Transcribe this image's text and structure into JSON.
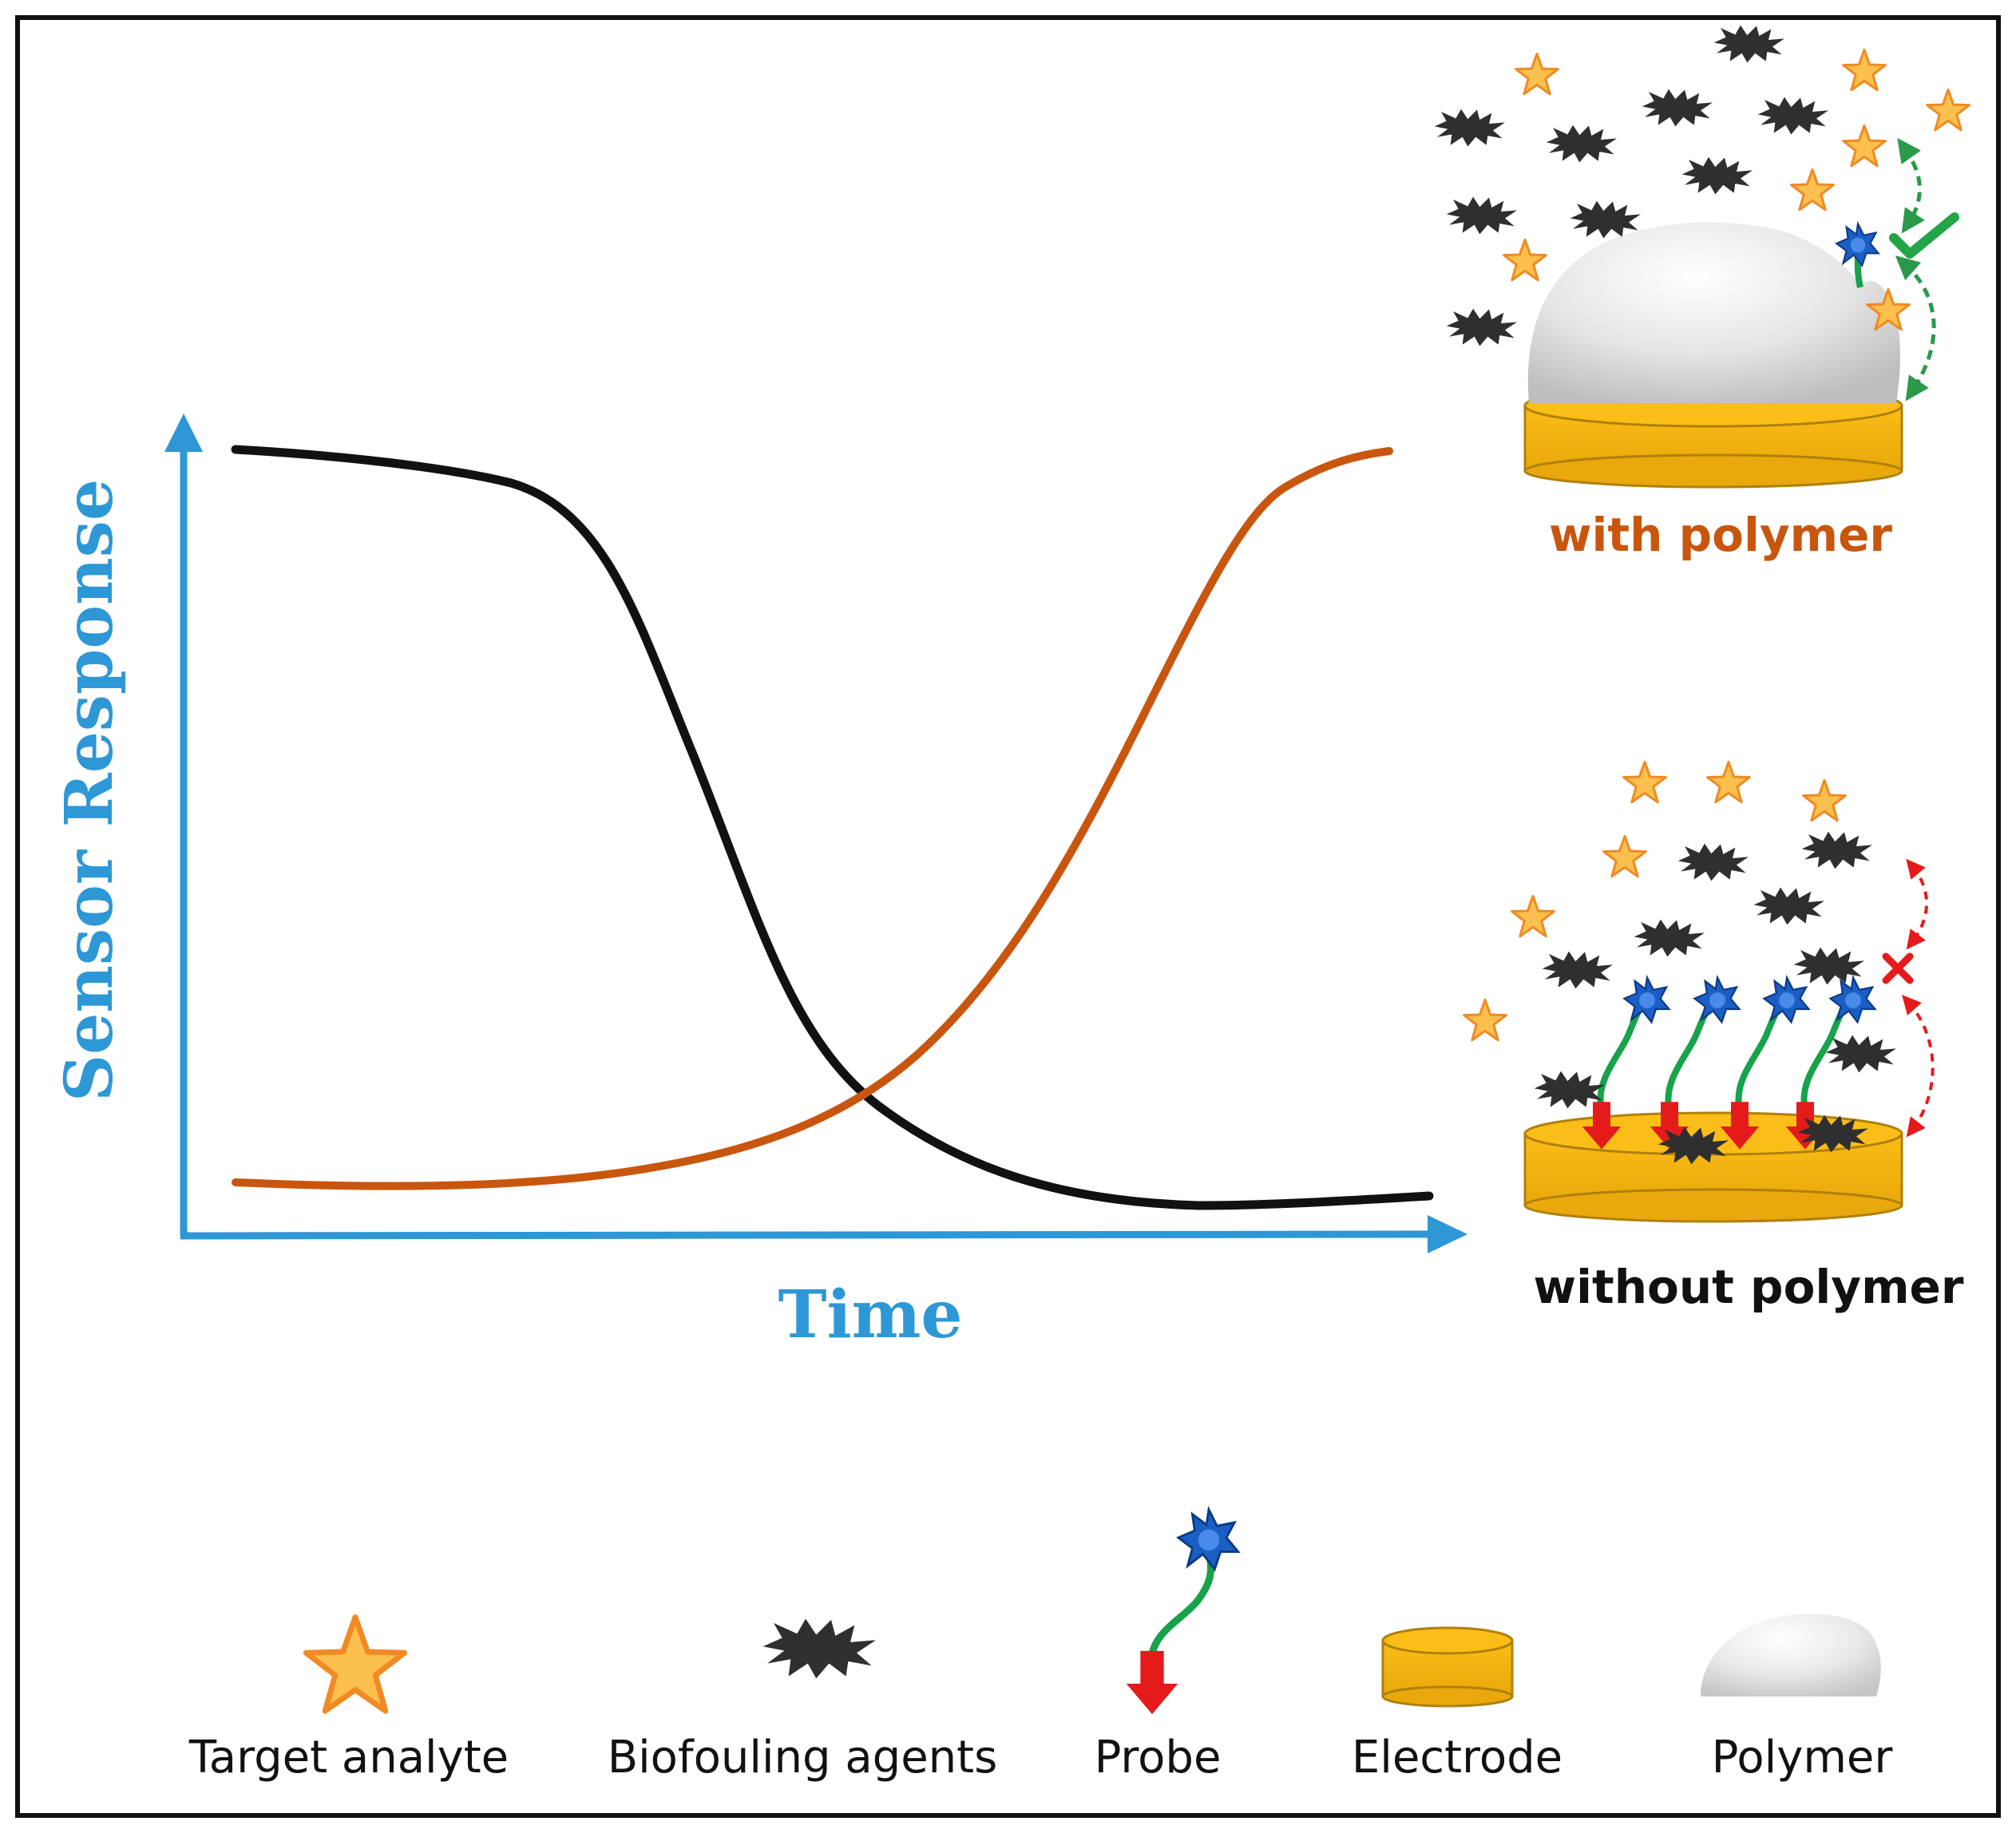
{
  "axes": {
    "ylabel": "Sensor Response",
    "xlabel": "Time",
    "color": "#2e97d6"
  },
  "curves": [
    {
      "id": "black-curve",
      "color": "#111111"
    },
    {
      "id": "orange-curve",
      "color": "#c9560e"
    }
  ],
  "panels": {
    "with_polymer": {
      "label": "with polymer",
      "color": "#c9560e"
    },
    "without_polymer": {
      "label": "without polymer",
      "color": "#111111"
    }
  },
  "legend": [
    {
      "icon": "star-icon",
      "label": "Target analyte"
    },
    {
      "icon": "biofouling-icon",
      "label": "Biofouling agents"
    },
    {
      "icon": "probe-icon",
      "label": "Probe"
    },
    {
      "icon": "electrode-icon",
      "label": "Electrode"
    },
    {
      "icon": "polymer-icon",
      "label": "Polymer"
    }
  ],
  "colors": {
    "star_fill": "#fbc04d",
    "star_stroke": "#f08a24",
    "agent": "#2f2f2f",
    "probe_head": "#1a5fc4",
    "probe_linker": "#16a34a",
    "probe_arrow": "#e51b1b",
    "electrode_fill": "#fbbd17",
    "electrode_stroke": "#b0800c",
    "polymer": "#dadada",
    "check": "#22a447",
    "cross": "#e51b1b"
  }
}
